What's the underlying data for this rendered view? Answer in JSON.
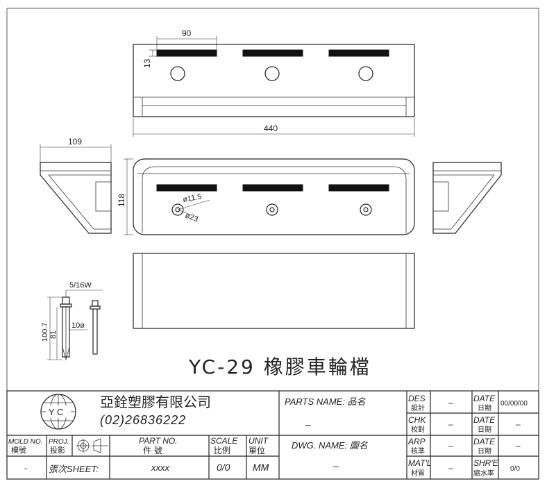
{
  "drawing": {
    "dims": {
      "slot_width": "90",
      "slot_height": "13",
      "length": "440",
      "depth": "109",
      "height": "118",
      "hole_small": "ø11.5",
      "hole_large": "ø23",
      "bolt_spec": "5/16W",
      "bolt_total": "100.7",
      "bolt_len": "81",
      "bolt_dia": "10ø"
    },
    "title": "YC-29 橡膠車輪檔"
  },
  "title_block": {
    "logo_text": "Y C",
    "company_name": "亞銓塑膠有限公司",
    "phone": "(02)26836222",
    "parts_name_label": "PARTS NAME:  品名",
    "parts_name_value": "_",
    "dwg_name_label": "DWG. NAME:  圖名",
    "dwg_name_value": "_",
    "mold_no_en": "MOLD NO.",
    "mold_no_zh": "模號",
    "mold_no_value": "-",
    "proj_en": "PROJ.",
    "proj_zh": "投影",
    "part_no_en": "PART  NO.",
    "part_no_zh": "件    號",
    "part_no_value": "xxxx",
    "scale_en": "SCALE",
    "scale_zh": "比例",
    "scale_value": "0/0",
    "unit_en": "UNIT",
    "unit_zh": "單位",
    "unit_value": "MM",
    "sheet_label": "張次SHEET:",
    "rows": [
      {
        "en": "DES",
        "zh": "設計",
        "val": "–",
        "date_en": "DATE",
        "date_zh": "日期",
        "date_val": "00/00/00"
      },
      {
        "en": "CHK",
        "zh": "校對",
        "val": "–",
        "date_en": "DATE",
        "date_zh": "日期",
        "date_val": "–"
      },
      {
        "en": "ARP",
        "zh": "核準",
        "val": "–",
        "date_en": "DATE",
        "date_zh": "日期",
        "date_val": "–"
      },
      {
        "en": "MAT'L",
        "zh": "材質",
        "val": "–",
        "date_en": "SHR'E",
        "date_zh": "縮水率",
        "date_val": "0/0"
      }
    ]
  }
}
